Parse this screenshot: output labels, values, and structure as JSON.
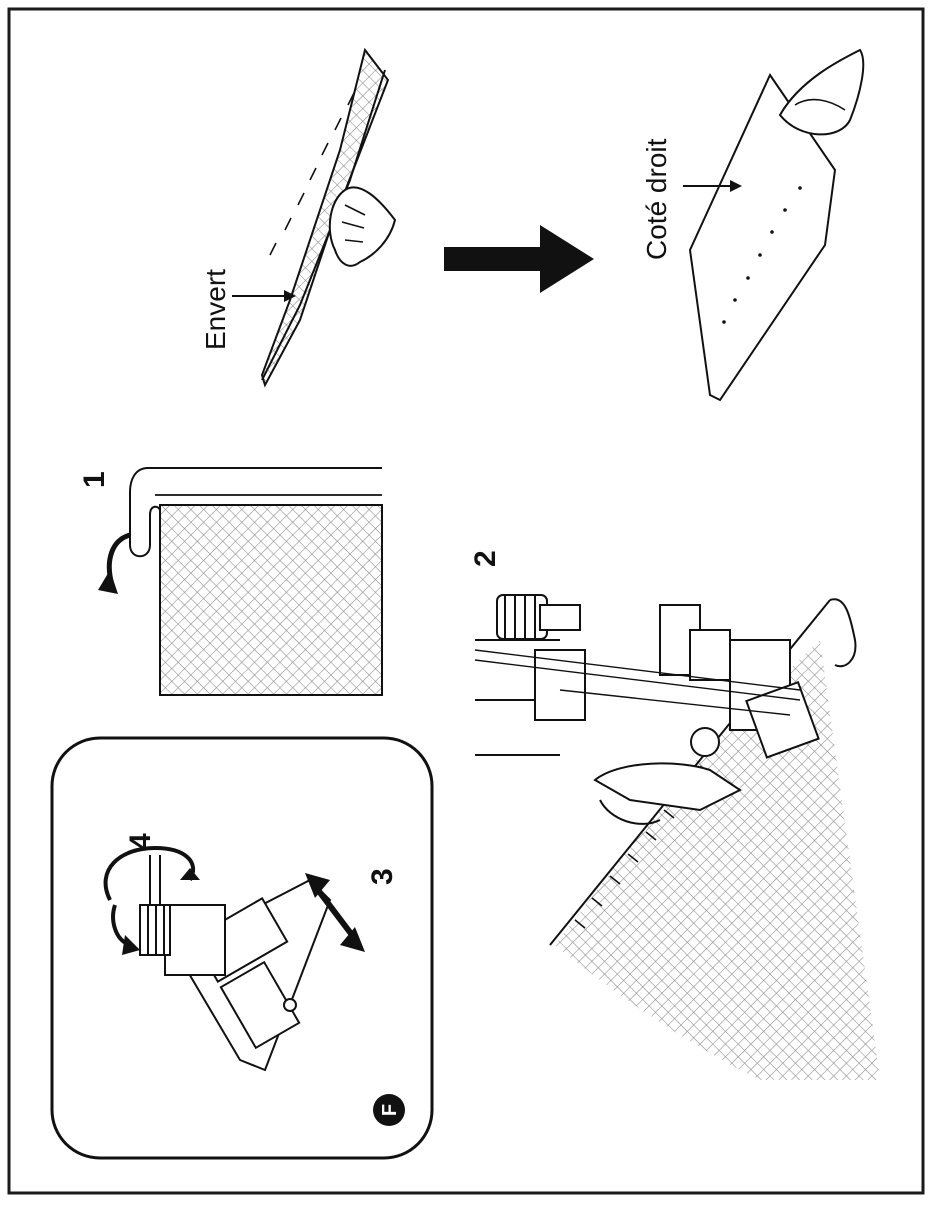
{
  "labels": {
    "envert": "Envert",
    "cote_droit": "Coté droit",
    "step1": "1",
    "step2": "2",
    "step3": "3",
    "step4": "4",
    "badge": "F"
  },
  "colors": {
    "ink": "#111111",
    "hatch": "#8a8a8a",
    "paper": "#ffffff",
    "frame": "#1a1a1a"
  }
}
